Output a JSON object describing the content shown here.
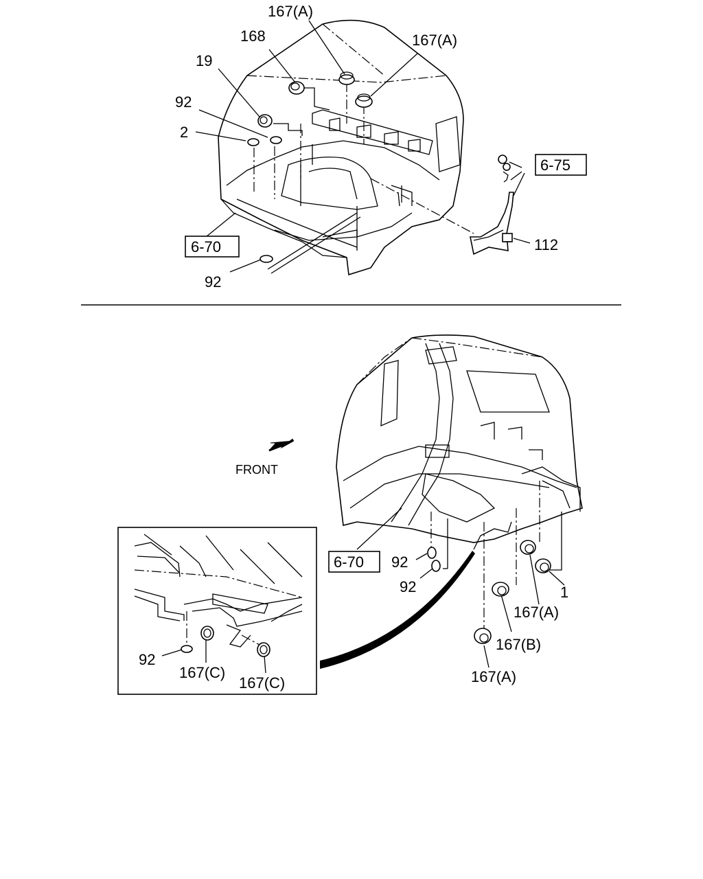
{
  "top_view": {
    "callouts": {
      "p167a_1": "167(A)",
      "p168": "168",
      "p167a_2": "167(A)",
      "p19": "19",
      "p92_a": "92",
      "p2": "2",
      "p6_75": "6-75",
      "p6_70": "6-70",
      "p112": "112",
      "p92_b": "92"
    }
  },
  "bottom_view": {
    "front_label": "FRONT",
    "callouts": {
      "p6_70": "6-70",
      "p92_a": "92",
      "p92_b": "92",
      "p1": "1",
      "p167a_1": "167(A)",
      "p167b": "167(B)",
      "p167a_2": "167(A)"
    }
  },
  "detail_view": {
    "callouts": {
      "p92": "92",
      "p167c_1": "167(C)",
      "p167c_2": "167(C)"
    }
  }
}
